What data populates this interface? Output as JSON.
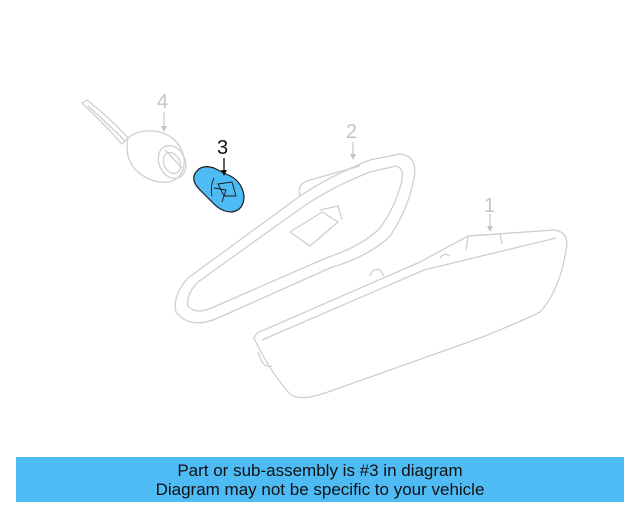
{
  "diagram": {
    "callouts": [
      {
        "number": "1",
        "label": "lamp-housing",
        "highlighted": false
      },
      {
        "number": "2",
        "label": "bezel",
        "highlighted": false
      },
      {
        "number": "3",
        "label": "bulb",
        "highlighted": true
      },
      {
        "number": "4",
        "label": "socket",
        "highlighted": false
      }
    ],
    "colors": {
      "line_faded": "#cfcfcf",
      "highlight_fill": "#4fbbf5",
      "highlight_stroke": "#1a1a1a"
    }
  },
  "banner": {
    "line1": "Part or sub-assembly is #3 in diagram",
    "line2": "Diagram may not be specific to your vehicle",
    "background": "#4fbbf5"
  }
}
